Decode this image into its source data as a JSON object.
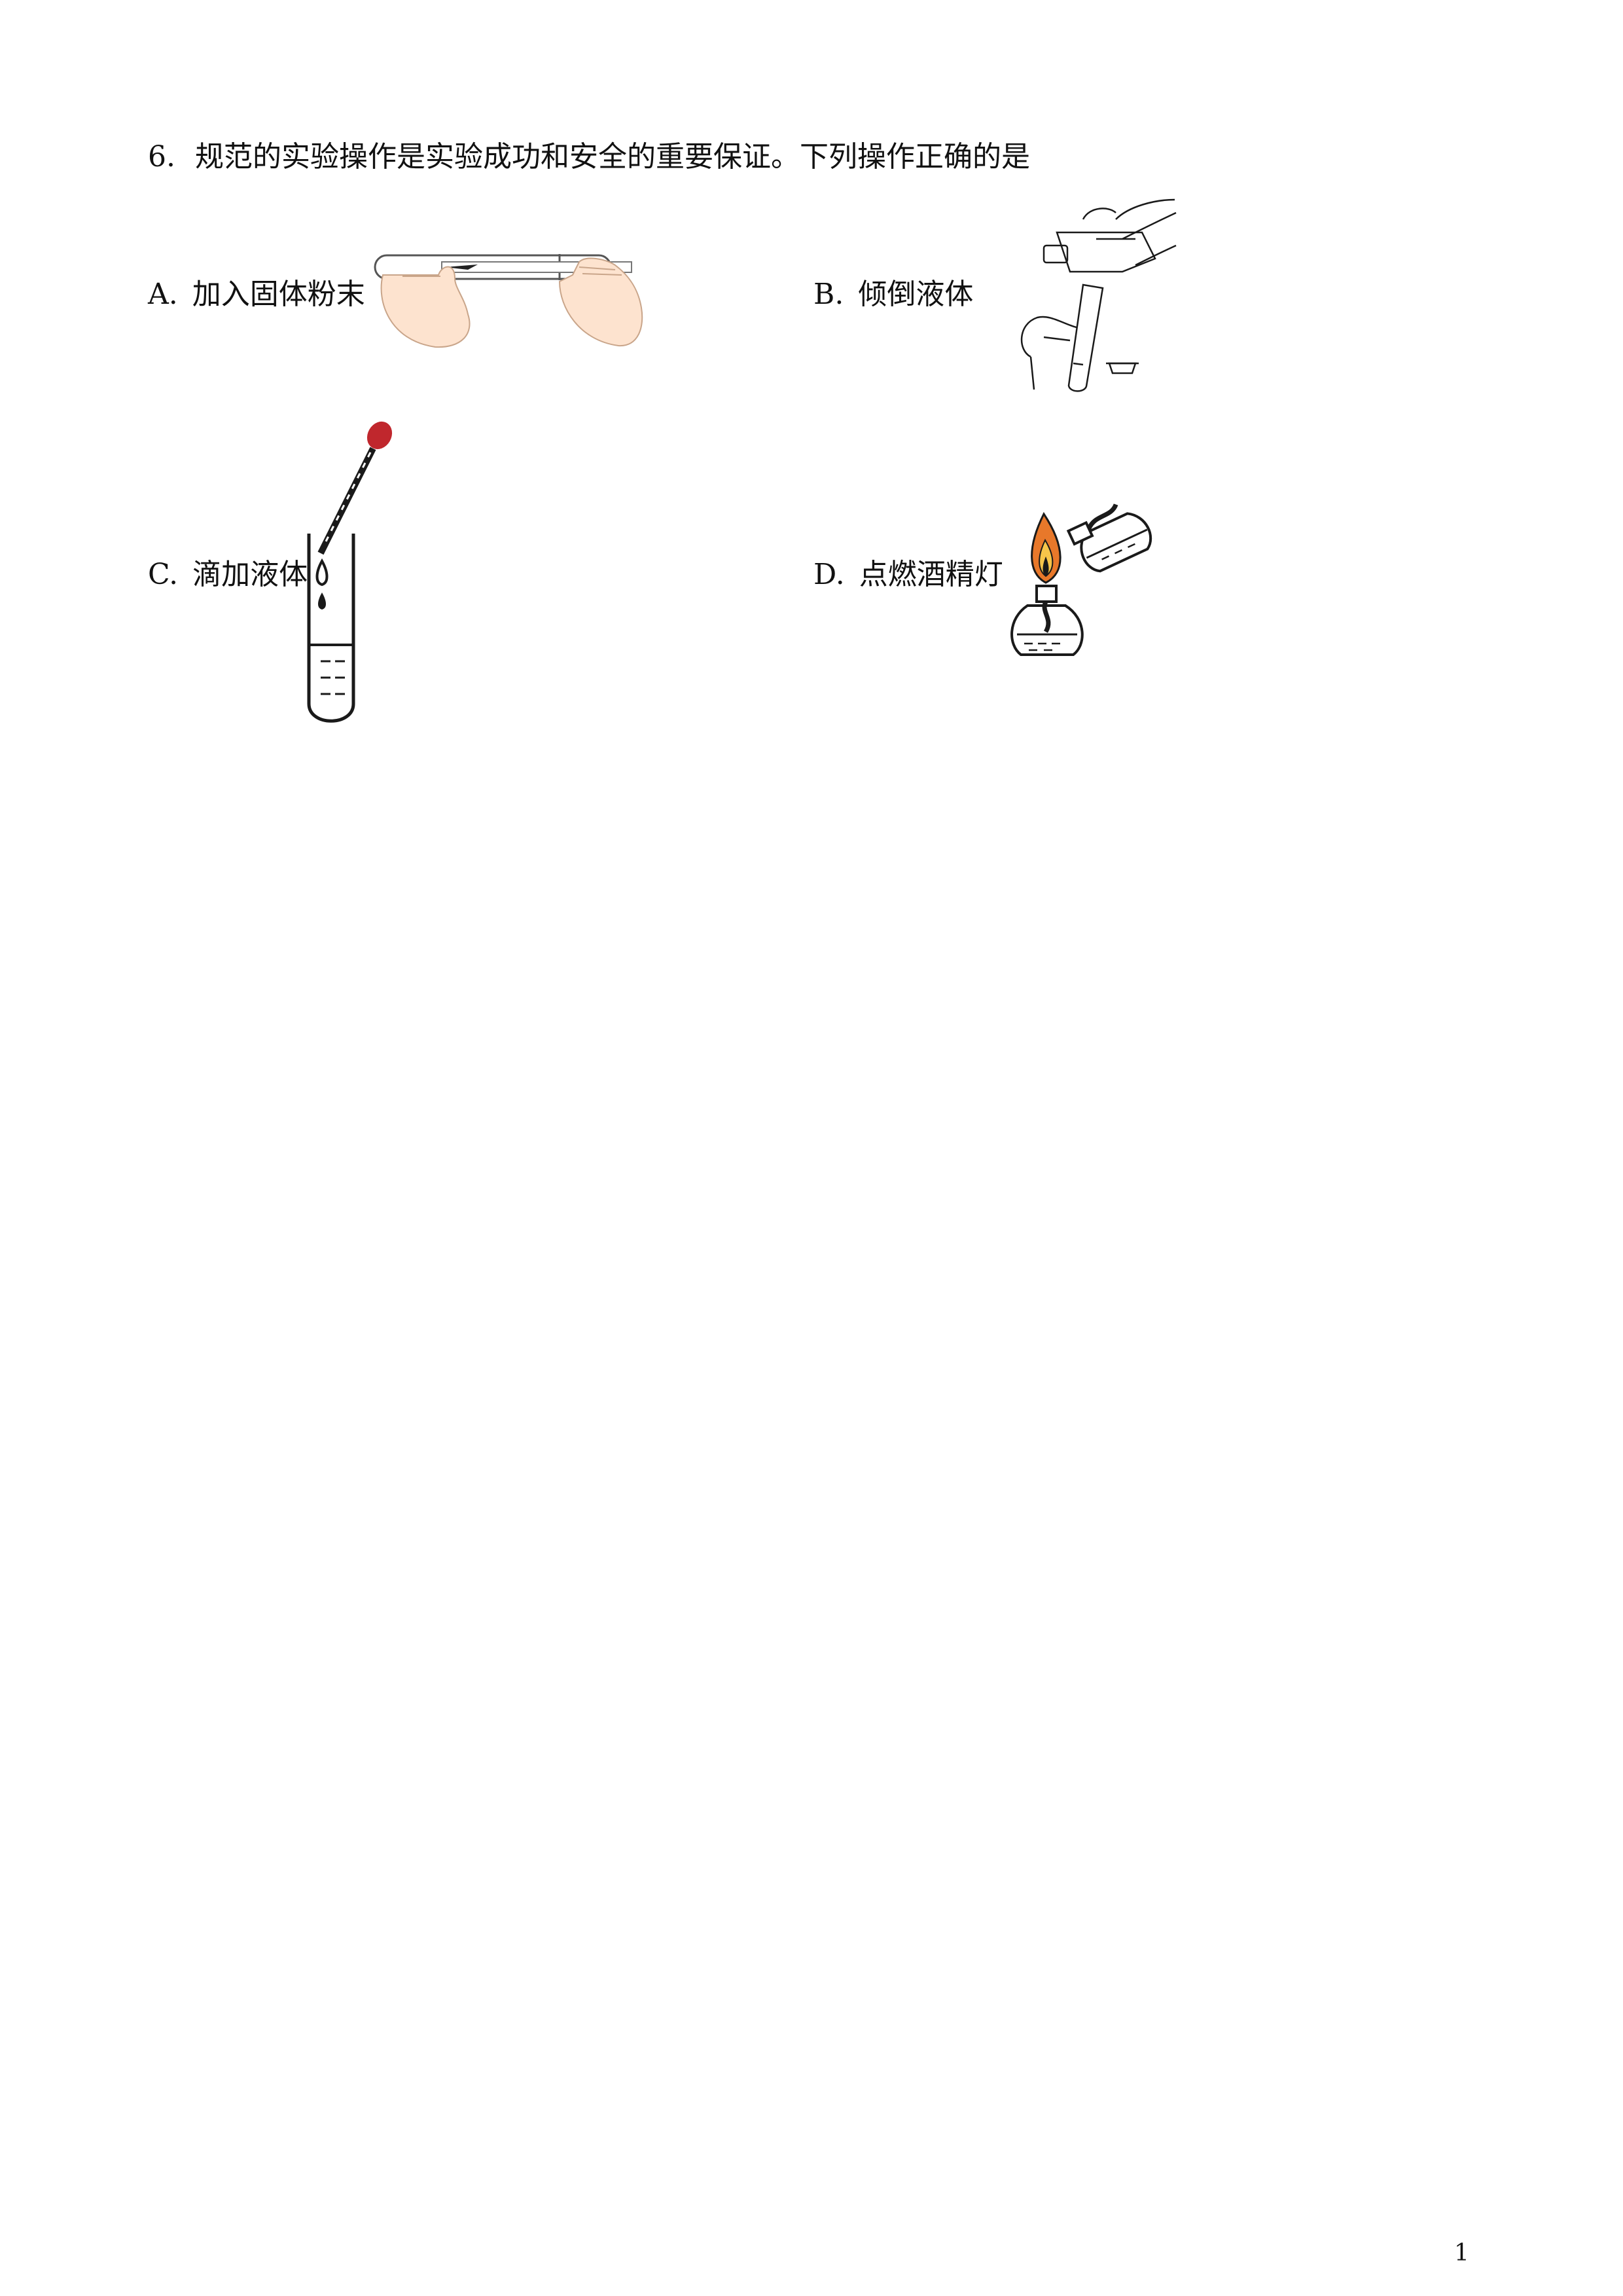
{
  "question": {
    "number": "6.",
    "text": "规范的实验操作是实验成功和安全的重要保证。下列操作正确的是"
  },
  "options": [
    {
      "letter": "A.",
      "text": "加入固体粉末",
      "figure": "test-tube-powder-hands"
    },
    {
      "letter": "B.",
      "text": "倾倒液体",
      "figure": "pouring-liquid"
    },
    {
      "letter": "C.",
      "text": "滴加液体",
      "figure": "dropper-test-tube"
    },
    {
      "letter": "D.",
      "text": "点燃酒精灯",
      "figure": "alcohol-lamp-lighting"
    }
  ],
  "colors": {
    "dropper_bulb": "#c0272d",
    "flame_outer": "#e8782a",
    "flame_inner": "#f6c54a",
    "skin": "#fde3cf",
    "ink": "#1a1a1a"
  },
  "page_number": "1"
}
